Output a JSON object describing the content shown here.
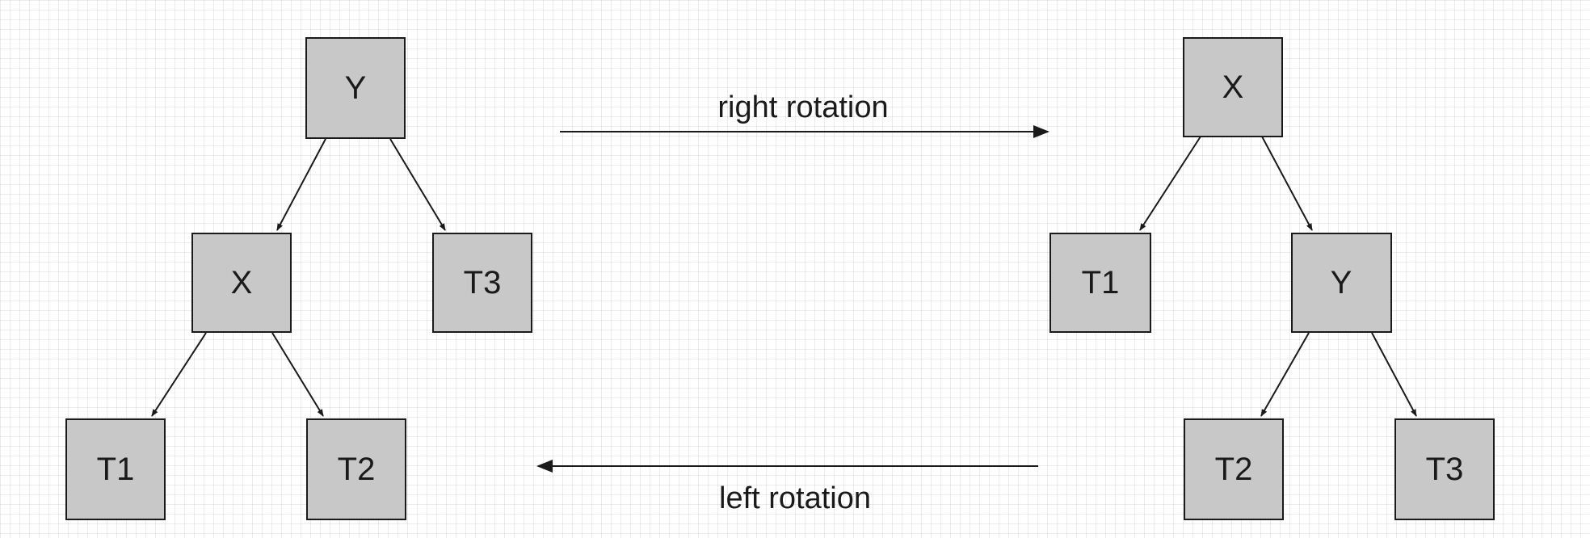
{
  "left_tree": {
    "root": "Y",
    "root_left": "X",
    "root_right": "T3",
    "left_left": "T1",
    "left_right": "T2"
  },
  "right_tree": {
    "root": "X",
    "root_left": "T1",
    "root_right": "Y",
    "right_left": "T2",
    "right_right": "T3"
  },
  "transitions": {
    "right": "right rotation",
    "left": "left rotation"
  },
  "colors": {
    "node_fill": "#c8c8c8",
    "stroke": "#1a1a1a",
    "grid": "#e6e6e6"
  }
}
